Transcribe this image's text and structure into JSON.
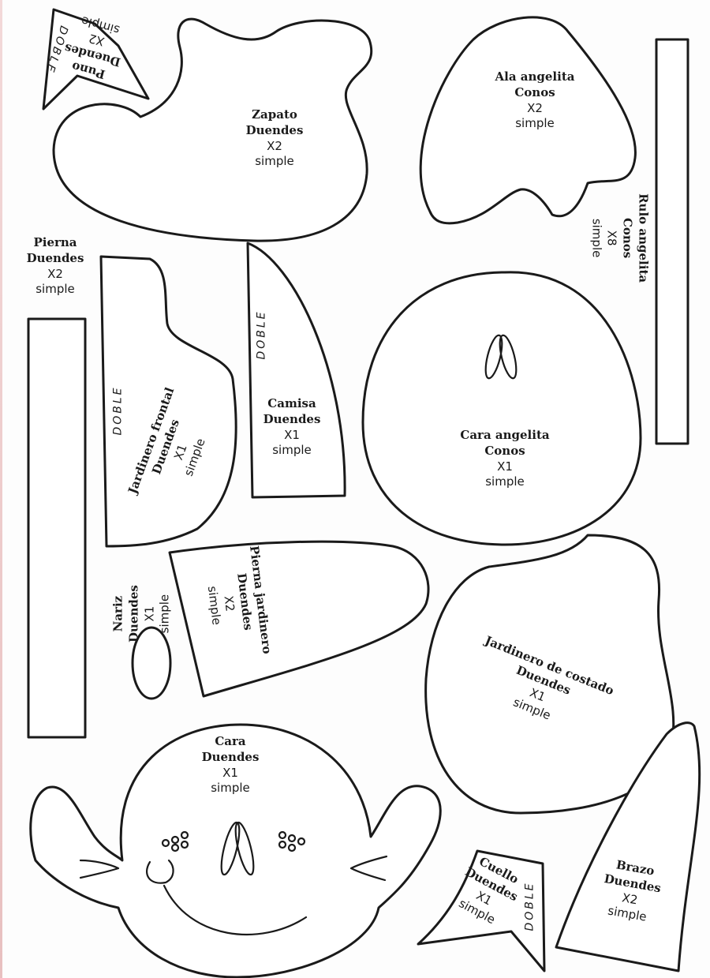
{
  "pieces": {
    "puno": {
      "name": "Puno",
      "group": "Duendes",
      "qty": "X2",
      "type": "simple",
      "fold": "DOBLE"
    },
    "zapato": {
      "name": "Zapato",
      "group": "Duendes",
      "qty": "X2",
      "type": "simple"
    },
    "ala": {
      "name": "Ala angelita",
      "group": "Conos",
      "qty": "X2",
      "type": "simple"
    },
    "rulo": {
      "name": "Rulo angelita",
      "group": "Conos",
      "qty": "X8",
      "type": "simple"
    },
    "pierna": {
      "name": "Pierna",
      "group": "Duendes",
      "qty": "X2",
      "type": "simple"
    },
    "jardinero_frontal": {
      "name": "Jardinero frontal",
      "group": "Duendes",
      "qty": "X1",
      "type": "simple",
      "fold": "DOBLE"
    },
    "camisa": {
      "name": "Camisa",
      "group": "Duendes",
      "qty": "X1",
      "type": "simple",
      "fold": "DOBLE"
    },
    "cara_angelita": {
      "name": "Cara angelita",
      "group": "Conos",
      "qty": "X1",
      "type": "simple"
    },
    "nariz": {
      "name": "Nariz",
      "group": "Duendes",
      "qty": "X1",
      "type": "simple"
    },
    "pierna_jardinero": {
      "name": "Pierna jardinero",
      "group": "Duendes",
      "qty": "X2",
      "type": "simple"
    },
    "jardinero_costado": {
      "name": "Jardinero de costado",
      "group": "Duendes",
      "qty": "X1",
      "type": "simple"
    },
    "cara": {
      "name": "Cara",
      "group": "Duendes",
      "qty": "X1",
      "type": "simple"
    },
    "cuello": {
      "name": "Cuello",
      "group": "Duendes",
      "qty": "X1",
      "type": "simple",
      "fold": "DOBLE"
    },
    "brazo": {
      "name": "Brazo",
      "group": "Duendes",
      "qty": "X2",
      "type": "simple"
    }
  }
}
